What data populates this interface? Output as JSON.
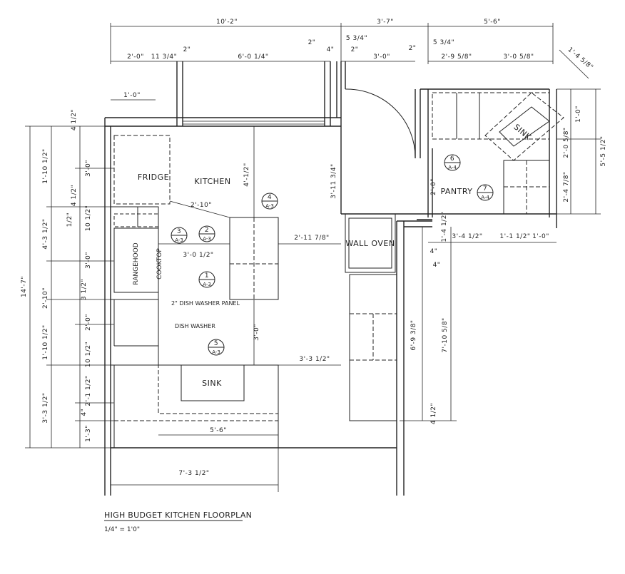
{
  "title": "HIGH BUDGET KITCHEN FLOORPLAN",
  "scale": "1/4\" = 1'0\"",
  "rooms": {
    "kitchen": "KITCHEN",
    "pantry": "PANTRY"
  },
  "fixtures": {
    "fridge": "FRIDGE",
    "range_hood": "RANGEHOOD",
    "cooktop": "COOKTOP",
    "dishwasher_panel": "2\" DISH WASHER PANEL",
    "dishwasher": "DISH WASHER",
    "sink": "SINK",
    "pantry_sink": "SINK",
    "wall_oven": "WALL OVEN"
  },
  "section_markers": [
    {
      "id": "elev-3",
      "number": "3",
      "sheet": "A-3"
    },
    {
      "id": "elev-2",
      "number": "2",
      "sheet": "A-3"
    },
    {
      "id": "elev-1",
      "number": "1",
      "sheet": "A-3"
    },
    {
      "id": "elev-4",
      "number": "4",
      "sheet": "A-3"
    },
    {
      "id": "elev-5",
      "number": "5",
      "sheet": "A-3"
    },
    {
      "id": "elev-6",
      "number": "6",
      "sheet": "A-4"
    },
    {
      "id": "elev-7",
      "number": "7",
      "sheet": "A-4"
    }
  ],
  "dimensions": {
    "top_overall": "10'-2\"",
    "top_middle": "3'-7\"",
    "top_right": "5'-6\"",
    "top_2_0": "2'-0\"",
    "top_11_34": "11 3/4\"",
    "top_2a": "2\"",
    "top_6_014": "6'-0 1/4\"",
    "top_2b": "2\"",
    "top_4": "4\"",
    "top_5_34": "5 3/4\"",
    "top_2c": "2\"",
    "top_3_0": "3'-0\"",
    "top_2d": "2\"",
    "top_5_34b": "5 3/4\"",
    "top_2_958": "2'-9 5/8\"",
    "top_3_058": "3'-0 5/8\"",
    "diag_1_458": "1'-4 5/8\"",
    "dim_1_0": "1'-0\"",
    "fridge_to_island": "2'-10\"",
    "kitchen_4_12": "4'-1/2\"",
    "island_to_oven": "2'-11 7/8\"",
    "range_3_012": "3'-0 1/2\"",
    "island_3_0": "3'-0\"",
    "sink_3_312": "3'-3 1/2\"",
    "door_3_1114": "3'-11 3/4\"",
    "pantry_2_0": "2'-0\"",
    "pantry_1_412": "1'-4 1/2\"",
    "pantry_3_412": "3'-4 1/2\"",
    "pantry_1_112": "1'-1 1/2\"",
    "pantry_1_0": "1'-0\"",
    "right_1_0": "1'-0\"",
    "right_2_058": "2'-0 5/8\"",
    "right_2_478": "2'-4 7/8\"",
    "right_5_512": "5'-5 1/2\"",
    "oven_6_98": "6'-9 3/8\"",
    "oven_7_1058": "7'-10 5/8\"",
    "oven_4a": "4\"",
    "oven_4b": "4\"",
    "oven_412": "4 1/2\"",
    "left_overall": "14'-7\"",
    "left_1_1012": "1'-10 1/2\"",
    "left_4_312": "4'-3 1/2\"",
    "left_2_10": "2'-10\"",
    "left_1_1012b": "1'-10 1/2\"",
    "left_3_312": "3'-3 1/2\"",
    "l_412a": "4 1/2\"",
    "l_3_0a": "3'-0\"",
    "l_412b": "4 1/2\"",
    "l_12": "1/2\"",
    "l_1012a": "10 1/2\"",
    "l_3_0b": "3'-0\"",
    "l_312": "3 1/2\"",
    "l_2_0": "2'-0\"",
    "l_1012b": "10 1/2\"",
    "l_2_112": "2'-1 1/2\"",
    "l_4": "4\"",
    "l_1_3": "1'-3\"",
    "bottom_5_6": "5'-6\"",
    "bottom_7_312": "7'-3 1/2\""
  }
}
